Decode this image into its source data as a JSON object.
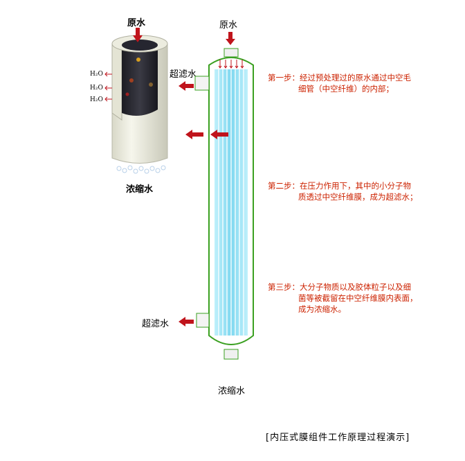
{
  "inset": {
    "feed_label": "原水",
    "concentrate_label": "浓缩水",
    "h2o_labels": [
      "H₂O",
      "H₂O",
      "H₂O"
    ]
  },
  "module": {
    "feed_label": "原水",
    "permeate_top_label": "超滤水",
    "permeate_bottom_label": "超滤水",
    "concentrate_label": "浓缩水"
  },
  "steps": [
    {
      "label": "第一步：",
      "text_line1": "经过预处理过的原水通过中空毛",
      "text_line2": "细管（中空纤维）的内部；"
    },
    {
      "label": "第二步：",
      "text_line1": "在压力作用下，其中的小分子物",
      "text_line2": "质透过中空纤维膜，成为超滤水；"
    },
    {
      "label": "第三步：",
      "text_line1": "大分子物质以及胶体粒子以及细",
      "text_line2": "菌等被截留在中空纤维膜内表面，",
      "text_line3": "成为浓缩水。"
    }
  ],
  "caption": "[内压式膜组件工作原理过程演示]",
  "colors": {
    "arrow": "#c0141c",
    "fiber_blue": "#7fd8f0",
    "module_outline": "#3aa020",
    "step_text": "#cc2200"
  }
}
